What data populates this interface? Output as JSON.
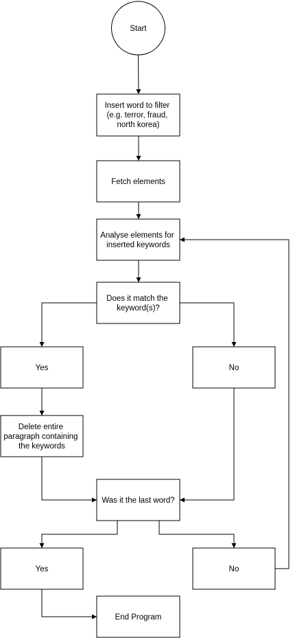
{
  "nodes": {
    "start": "Start",
    "insert": [
      "Insert word to filter",
      "(e.g. terror, fraud,",
      "north korea)"
    ],
    "fetch": "Fetch elements",
    "analyse": [
      "Analyse elements for",
      "inserted keywords"
    ],
    "match": [
      "Does it match the",
      "keyword(s)?"
    ],
    "yes1": "Yes",
    "no1": "No",
    "delete": [
      "Delete entire",
      "paragraph containing",
      "the keywords"
    ],
    "last": "Was it the last word?",
    "yes2": "Yes",
    "no2": "No",
    "end": "End Program"
  }
}
